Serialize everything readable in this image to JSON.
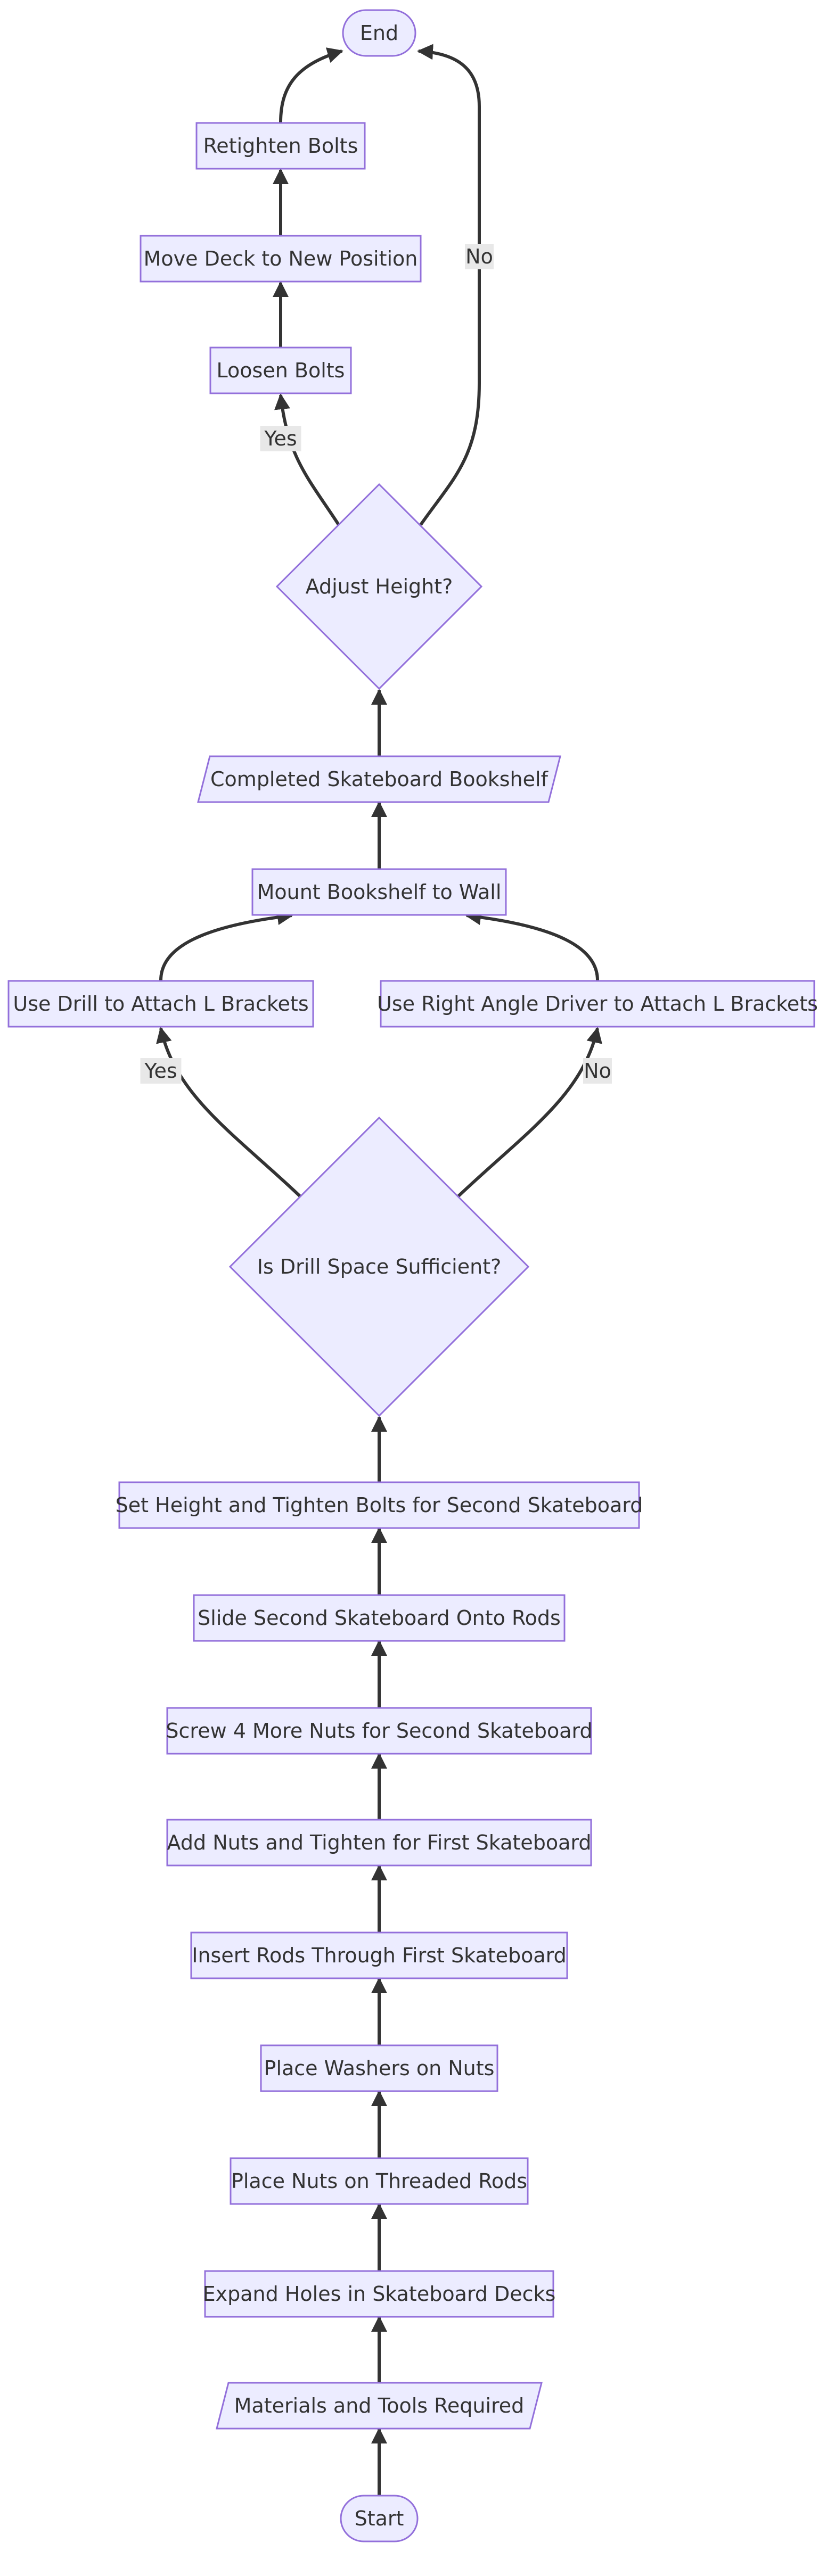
{
  "nodes": {
    "end": {
      "label": "End",
      "shape": "stadium"
    },
    "retighten": {
      "label": "Retighten Bolts",
      "shape": "rect"
    },
    "move_deck": {
      "label": "Move Deck to New Position",
      "shape": "rect"
    },
    "loosen": {
      "label": "Loosen Bolts",
      "shape": "rect"
    },
    "adjust_height": {
      "label": "Adjust Height?",
      "shape": "diamond"
    },
    "completed": {
      "label": "Completed Skateboard Bookshelf",
      "shape": "parallelogram"
    },
    "mount": {
      "label": "Mount Bookshelf to Wall",
      "shape": "rect"
    },
    "use_drill": {
      "label": "Use Drill to Attach L Brackets",
      "shape": "rect"
    },
    "use_right_angle": {
      "label": "Use Right Angle Driver to Attach L Brackets",
      "shape": "rect"
    },
    "drill_space": {
      "label": "Is Drill Space Sufficient?",
      "shape": "diamond"
    },
    "set_height": {
      "label": "Set Height and Tighten Bolts for Second Skateboard",
      "shape": "rect"
    },
    "slide_second": {
      "label": "Slide Second Skateboard Onto Rods",
      "shape": "rect"
    },
    "screw_more": {
      "label": "Screw 4 More Nuts for Second Skateboard",
      "shape": "rect"
    },
    "add_nuts": {
      "label": "Add Nuts and Tighten for First Skateboard",
      "shape": "rect"
    },
    "insert_rods": {
      "label": "Insert Rods Through First Skateboard",
      "shape": "rect"
    },
    "washers": {
      "label": "Place Washers on Nuts",
      "shape": "rect"
    },
    "place_nuts": {
      "label": "Place Nuts on Threaded Rods",
      "shape": "rect"
    },
    "expand_holes": {
      "label": "Expand Holes in Skateboard Decks",
      "shape": "rect"
    },
    "materials": {
      "label": "Materials and Tools Required",
      "shape": "parallelogram"
    },
    "start": {
      "label": "Start",
      "shape": "stadium"
    }
  },
  "edges": [
    {
      "from": "start",
      "to": "materials"
    },
    {
      "from": "materials",
      "to": "expand_holes"
    },
    {
      "from": "expand_holes",
      "to": "place_nuts"
    },
    {
      "from": "place_nuts",
      "to": "washers"
    },
    {
      "from": "washers",
      "to": "insert_rods"
    },
    {
      "from": "insert_rods",
      "to": "add_nuts"
    },
    {
      "from": "add_nuts",
      "to": "screw_more"
    },
    {
      "from": "screw_more",
      "to": "slide_second"
    },
    {
      "from": "slide_second",
      "to": "set_height"
    },
    {
      "from": "set_height",
      "to": "drill_space"
    },
    {
      "from": "drill_space",
      "to": "use_drill",
      "label": "Yes"
    },
    {
      "from": "drill_space",
      "to": "use_right_angle",
      "label": "No"
    },
    {
      "from": "use_drill",
      "to": "mount"
    },
    {
      "from": "use_right_angle",
      "to": "mount"
    },
    {
      "from": "mount",
      "to": "completed"
    },
    {
      "from": "completed",
      "to": "adjust_height"
    },
    {
      "from": "adjust_height",
      "to": "loosen",
      "label": "Yes"
    },
    {
      "from": "adjust_height",
      "to": "end",
      "label": "No"
    },
    {
      "from": "loosen",
      "to": "move_deck"
    },
    {
      "from": "move_deck",
      "to": "retighten"
    },
    {
      "from": "retighten",
      "to": "end"
    }
  ],
  "colors": {
    "node_fill": "#ECECFF",
    "node_stroke": "#9370DB",
    "edge": "#333333",
    "text": "#333333",
    "edge_label_bg": "#E8E8E8"
  }
}
